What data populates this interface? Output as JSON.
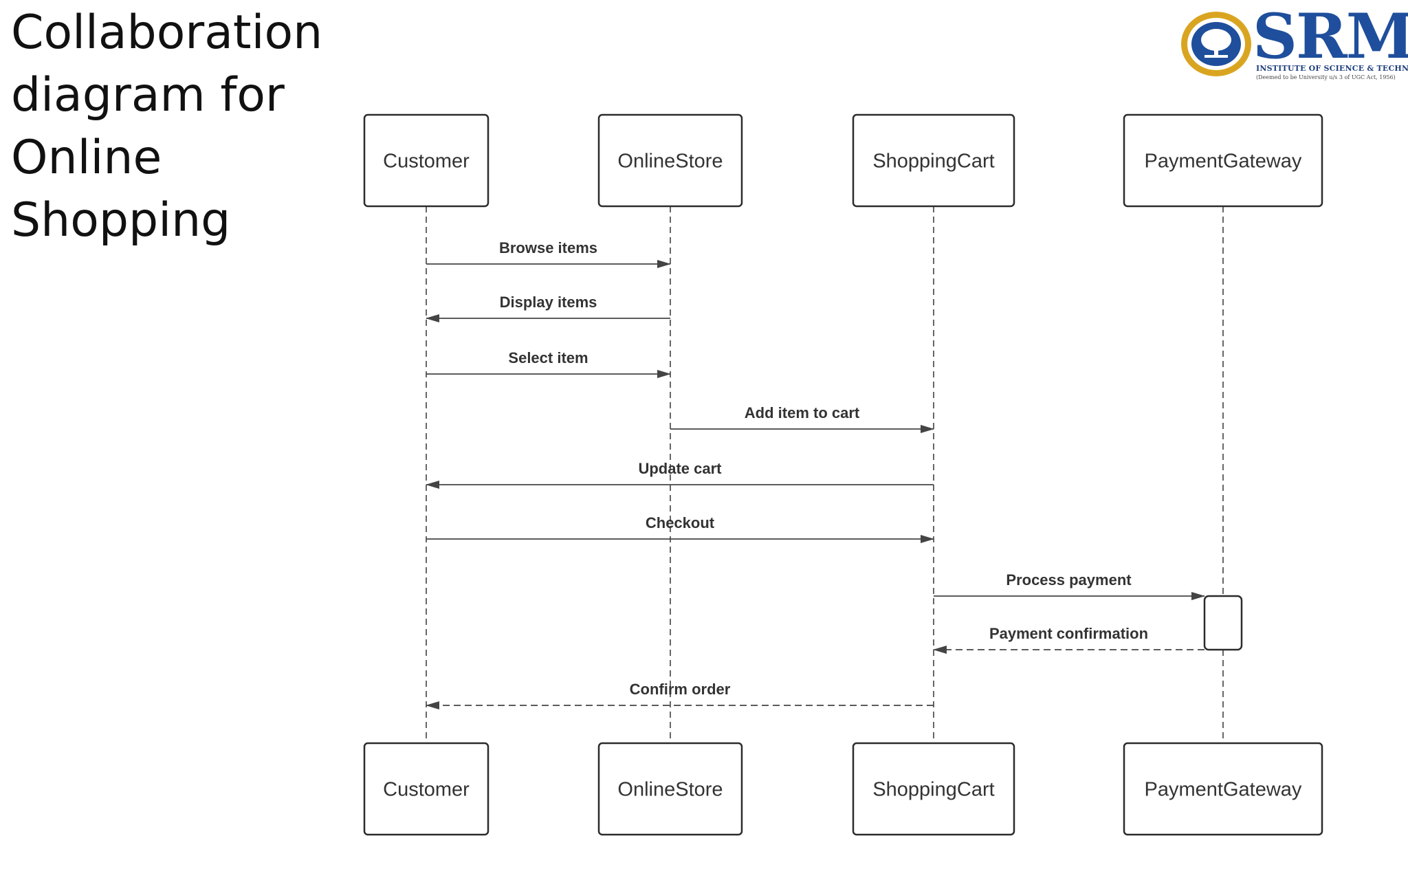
{
  "title_lines": [
    "Collaboration",
    "diagram for",
    "Online",
    "Shopping"
  ],
  "logo": {
    "brand": "SRM",
    "subtitle": "INSTITUTE OF SCIENCE & TECHNOLOGY",
    "subtitle2": "(Deemed to be University u/s 3 of UGC Act, 1956)",
    "seal_color": "#d9a521",
    "brand_color": "#1f4f9c"
  },
  "participants": [
    "Customer",
    "OnlineStore",
    "ShoppingCart",
    "PaymentGateway"
  ],
  "messages": [
    {
      "label": "Browse items",
      "from": 0,
      "to": 1,
      "type": "sync"
    },
    {
      "label": "Display items",
      "from": 1,
      "to": 0,
      "type": "sync"
    },
    {
      "label": "Select item",
      "from": 0,
      "to": 1,
      "type": "sync"
    },
    {
      "label": "Add item to cart",
      "from": 1,
      "to": 2,
      "type": "sync"
    },
    {
      "label": "Update cart",
      "from": 2,
      "to": 0,
      "type": "sync"
    },
    {
      "label": "Checkout",
      "from": 0,
      "to": 2,
      "type": "sync"
    },
    {
      "label": "Process payment",
      "from": 2,
      "to": 3,
      "type": "sync"
    },
    {
      "label": "Payment confirmation",
      "from": 3,
      "to": 2,
      "type": "return"
    },
    {
      "label": "Confirm order",
      "from": 2,
      "to": 0,
      "type": "return"
    }
  ]
}
